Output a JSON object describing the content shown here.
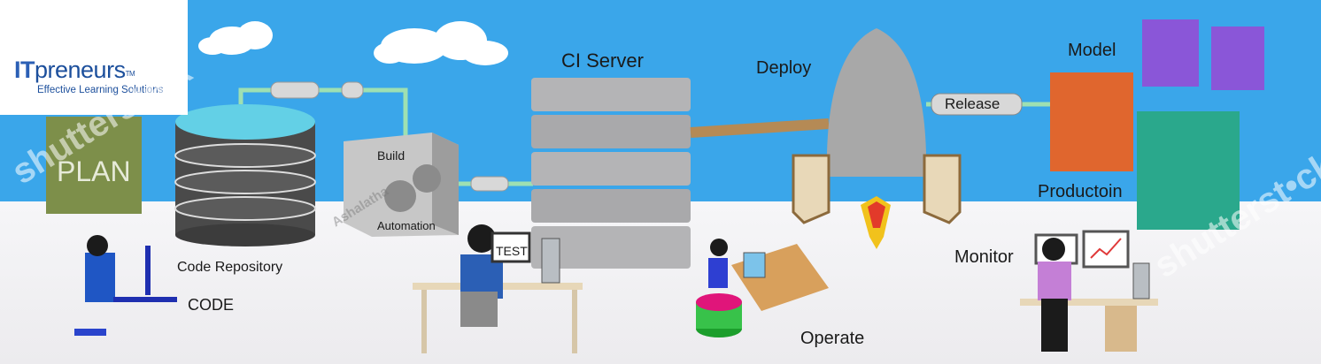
{
  "logo": {
    "brand_it": "IT",
    "brand_rest": "preneurs",
    "trademark": "TM",
    "tagline": "Effective Learning Solutions"
  },
  "labels": {
    "plan": "PLAN",
    "code_repository": "Code Repository",
    "code": "CODE",
    "build": "Build",
    "automation": "Automation",
    "test": "TEST",
    "ci_server": "CI Server",
    "deploy": "Deploy",
    "release": "Release",
    "operate": "Operate",
    "model": "Model",
    "production": "Productoin",
    "monitor": "Monitor"
  },
  "watermarks": {
    "left": "shutterst•ck",
    "right": "shutterst•ck",
    "artist": "Ashalatha"
  },
  "colors": {
    "sky": "#3aa6ea",
    "plan_board": "#7d8f4a",
    "server_gray": "#a9a9ab",
    "model_purple": "#8a56d8",
    "production_orange": "#e0662e",
    "production_teal": "#2aa88c",
    "pipe_green": "#9ee0b2"
  }
}
